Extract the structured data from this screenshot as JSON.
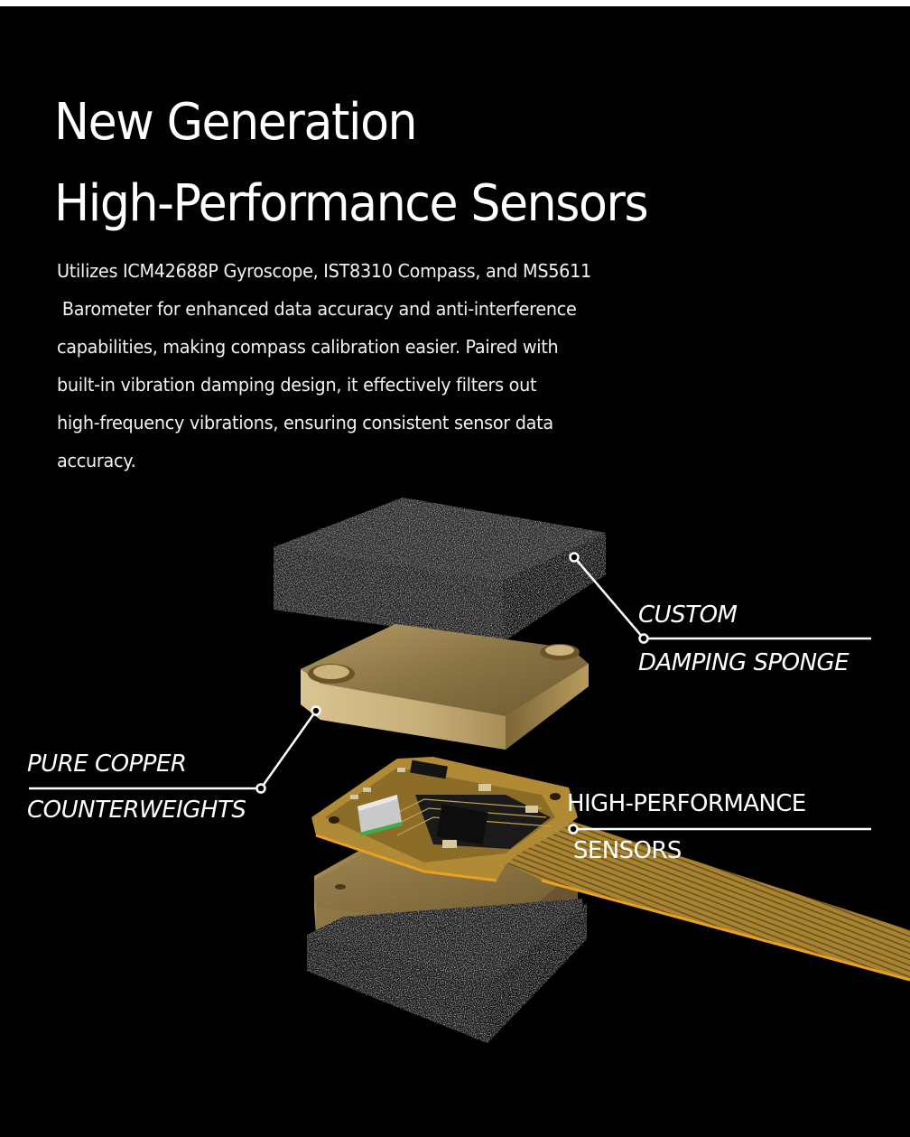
{
  "header": {
    "title_line1": "New Generation",
    "title_line2": "High-Performance Sensors"
  },
  "description": {
    "lines": [
      "Utilizes ICM42688P Gyroscope, IST8310 Compass, and MS5611",
      " Barometer for enhanced data accuracy and anti-interference",
      "capabilities, making compass calibration easier. Paired with",
      "built-in vibration damping design, it effectively filters out",
      "high-frequency vibrations, ensuring consistent sensor data",
      "accuracy."
    ]
  },
  "callouts": {
    "sponge": {
      "line1": "CUSTOM",
      "line2": "DAMPING SPONGE"
    },
    "copper": {
      "line1": "PURE COPPER",
      "line2": "COUNTERWEIGHTS"
    },
    "sensors": {
      "line1": "HIGH-PERFORMANCE",
      "line2": "SENSORS"
    }
  },
  "colors": {
    "background": "#000000",
    "text": "#ffffff",
    "copper": "#b89a5e",
    "copper_light": "#d4bd89",
    "pcb_gold": "#b8902e",
    "pcb_edge": "#e6a11e",
    "sponge": "#2a2a2a"
  }
}
